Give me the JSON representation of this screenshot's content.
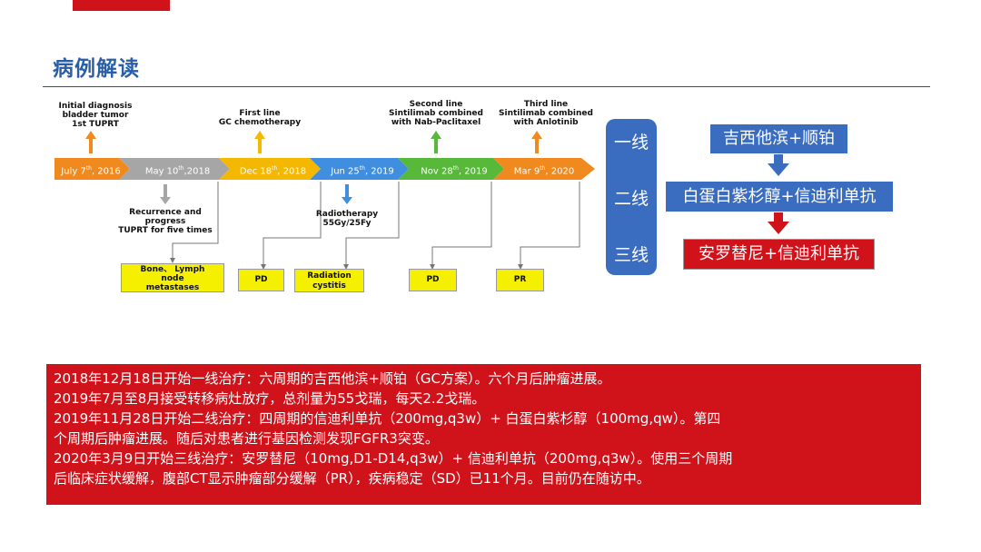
{
  "slide": {
    "title": "病例解读"
  },
  "timeline": {
    "events": [
      {
        "date_main": "July 7",
        "date_sup": "th",
        "date_tail": ", 2016",
        "color": "#f08a1e"
      },
      {
        "date_main": "May 10",
        "date_sup": "th",
        "date_tail": ",2018",
        "color": "#a6a6a6"
      },
      {
        "date_main": "Dec 18",
        "date_sup": "th",
        "date_tail": ", 2018",
        "color": "#f5b800"
      },
      {
        "date_main": "Jun 25",
        "date_sup": "th",
        "date_tail": ", 2019",
        "color": "#3f8ee0"
      },
      {
        "date_main": "Nov 28",
        "date_sup": "th",
        "date_tail": ", 2019",
        "color": "#57b83a"
      },
      {
        "date_main": "Mar 9",
        "date_sup": "th",
        "date_tail": ", 2020",
        "color": "#f08a1e"
      }
    ],
    "above_labels": [
      {
        "lines": [
          "Initial diagnosis",
          "bladder tumor",
          "1st TUPRT"
        ],
        "arrow_color": "#f08a1e"
      },
      {
        "lines": [
          "First line",
          "GC chemotherapy"
        ],
        "arrow_color": "#f5b800"
      },
      {
        "lines": [
          "Second  line",
          "Sintilimab combined",
          "with Nab-Paclitaxel"
        ],
        "arrow_color": "#57b83a"
      },
      {
        "lines": [
          "Third line",
          "Sintilimab combined",
          "with Anlotinib"
        ],
        "arrow_color": "#f08a1e"
      }
    ],
    "below_labels": [
      {
        "lines": [
          "Recurrence and",
          "progress",
          "TUPRT for five times"
        ],
        "arrow_color": "#a6a6a6"
      },
      {
        "lines": [
          "Radiotherapy",
          "55Gy/25Fy"
        ],
        "arrow_color": "#3f8ee0"
      }
    ],
    "outcome_boxes": [
      {
        "lines": [
          "Bone、 Lymph",
          "node",
          "metastases"
        ]
      },
      {
        "lines": [
          "PD"
        ]
      },
      {
        "lines": [
          "Radiation",
          "cystitis"
        ]
      },
      {
        "lines": [
          "PD"
        ]
      },
      {
        "lines": [
          "PR"
        ]
      }
    ]
  },
  "lines_panel": {
    "labels": [
      "一线",
      "二线",
      "三线"
    ]
  },
  "regimens": [
    {
      "text": "吉西他滨+顺铂",
      "style": "blue"
    },
    {
      "text": "白蛋白紫杉醇+信迪利单抗",
      "style": "blue"
    },
    {
      "text": "安罗替尼+信迪利单抗",
      "style": "red"
    }
  ],
  "regimen_arrow_colors": [
    "#3a6cc0",
    "#d0121b"
  ],
  "colors": {
    "accent_red": "#d0121b",
    "accent_blue": "#3a6cc0",
    "title_blue": "#2a5fa8",
    "outcome_yellow": "#f5ef00"
  },
  "summary": {
    "lines": [
      "2018年12月18日开始一线治疗：六周期的吉西他滨+顺铂（GC方案）。六个月后肿瘤进展。",
      "2019年7月至8月接受转移病灶放疗，总剂量为55戈瑞，每天2.2戈瑞。",
      "2019年11月28日开始二线治疗：四周期的信迪利单抗（200mg,q3w）+ 白蛋白紫杉醇（100mg,qw）。第四",
      "个周期后肿瘤进展。随后对患者进行基因检测发现FGFR3突变。",
      "2020年3月9日开始三线治疗：安罗替尼（10mg,D1-D14,q3w）+  信迪利单抗（200mg,q3w）。使用三个周期",
      "后临床症状缓解，腹部CT显示肿瘤部分缓解（PR），疾病稳定（SD）已11个月。目前仍在随访中。"
    ]
  }
}
